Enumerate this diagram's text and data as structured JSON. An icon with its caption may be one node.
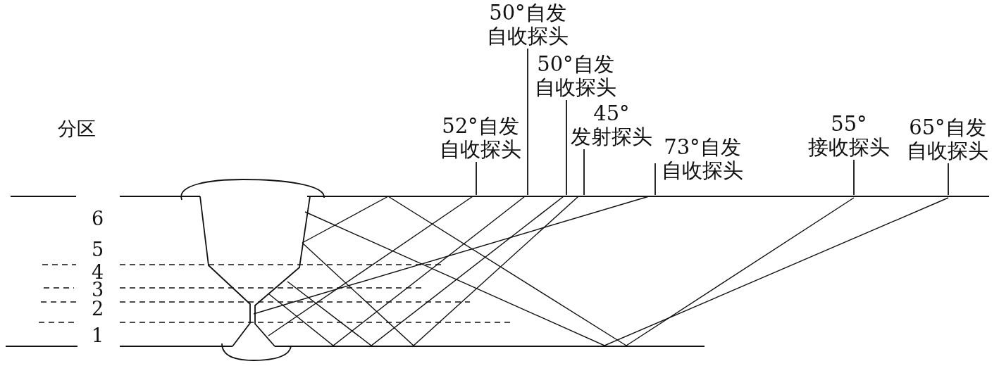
{
  "diagram": {
    "nodes": [
      {
        "text": [
          "50°自发自收探头"
        ]
      },
      {
        "text": [
          "50°自发自收探头"
        ]
      },
      {
        "text": [
          "52°自发自收探头"
        ]
      },
      {
        "text": [
          "45°发射探头"
        ]
      },
      {
        "text": [
          "73°自发自收探头"
        ]
      },
      {
        "text": [
          "55°接收探头"
        ]
      },
      {
        "text": [
          "65°自发自收探头"
        ]
      }
    ],
    "edges": [
      {
        "from": 0,
        "to": null,
        "arrow": "none"
      },
      {
        "from": 1,
        "to": null,
        "arrow": "none"
      },
      {
        "from": 2,
        "to": null,
        "arrow": "none"
      },
      {
        "from": 3,
        "to": null,
        "arrow": "none"
      },
      {
        "from": 4,
        "to": null,
        "arrow": "none"
      },
      {
        "from": 5,
        "to": null,
        "arrow": "none"
      },
      {
        "from": 6,
        "to": null,
        "arrow": "none"
      }
    ],
    "labels": [
      "分区",
      "6",
      "5",
      "4",
      "3",
      "2",
      "1"
    ]
  }
}
